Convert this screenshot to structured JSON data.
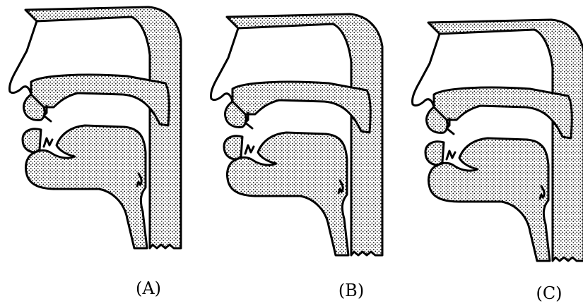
{
  "figure": {
    "panels": [
      {
        "label": "(A)"
      },
      {
        "label": "(B)"
      },
      {
        "label": "(C)"
      }
    ]
  }
}
